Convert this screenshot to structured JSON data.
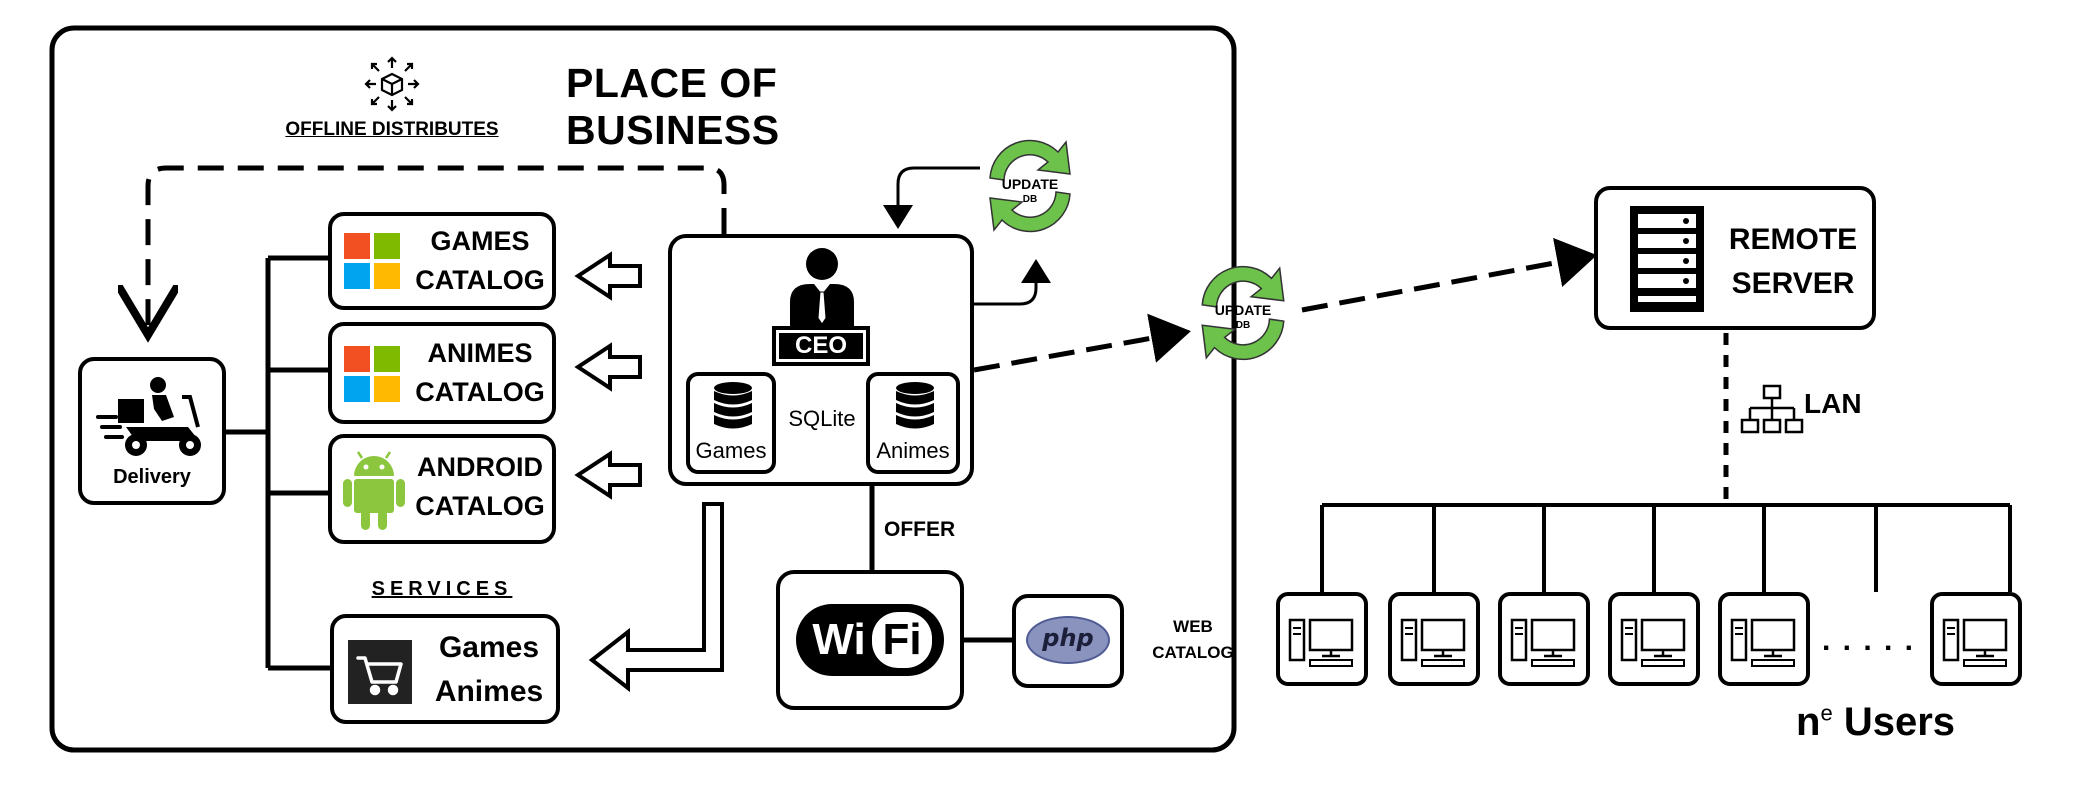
{
  "diagram": {
    "title": "PLACE OF BUSINESS",
    "offline_distributes": "OFFLINE DISTRIBUTES",
    "services_label": "SERVICES",
    "delivery_label": "Delivery",
    "catalogs": [
      {
        "line1": "GAMES",
        "line2": "CATALOG",
        "icon": "windows-logo-icon"
      },
      {
        "line1": "ANIMES",
        "line2": "CATALOG",
        "icon": "windows-logo-icon"
      },
      {
        "line1": "ANDROID",
        "line2": "CATALOG",
        "icon": "android-icon"
      }
    ],
    "services": {
      "line1": "Games",
      "line2": "Animes",
      "icon": "shopping-cart-icon"
    },
    "ceo": {
      "badge": "CEO",
      "db_games": "Games",
      "db_engine": "SQLite",
      "db_animes": "Animes"
    },
    "update_db": {
      "line1": "UPDATE",
      "line2": "DB"
    },
    "offer_label": "OFFER",
    "wifi": {
      "left": "Wi",
      "right": "Fi"
    },
    "php_logo": "php",
    "web_catalog": {
      "line1": "WEB",
      "line2": "CATALOG"
    },
    "remote_server": {
      "line1": "REMOTE",
      "line2": "SERVER"
    },
    "lan_label": "LAN",
    "ellipsis": ". . . . .",
    "users": {
      "prefix": "n",
      "superscript": "e",
      "suffix": "Users"
    }
  },
  "colors": {
    "update_green": "#6cc24a",
    "android_green": "#8cc63f",
    "win_red": "#f25022",
    "win_green": "#7fba00",
    "win_blue": "#00a4ef",
    "win_yellow": "#ffb900",
    "php_blue": "#4f5b93"
  }
}
